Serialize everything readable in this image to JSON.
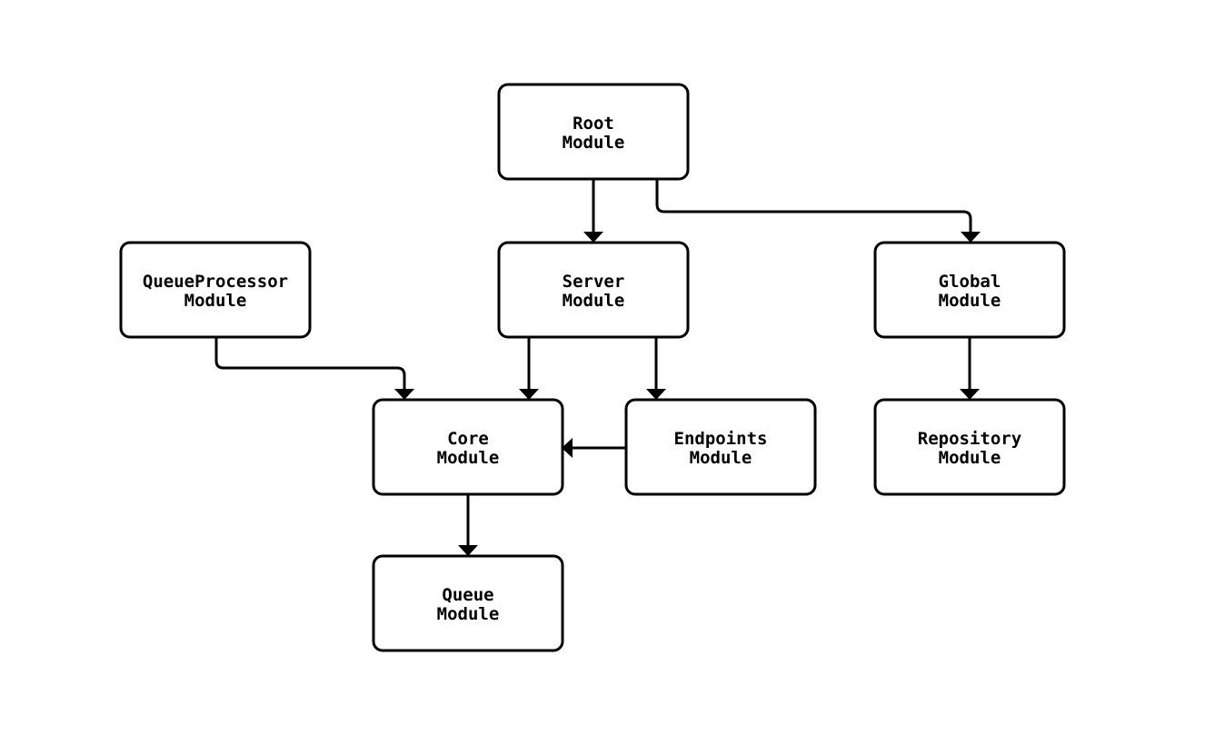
{
  "diagram": {
    "type": "flowchart",
    "colors": {
      "background": "#ffffff",
      "node_fill": "#ffffff",
      "node_border": "#000000",
      "edge_stroke": "#000000",
      "text": "#000000"
    },
    "nodes": {
      "root": {
        "label": "Root Module",
        "line1": "Root",
        "line2": "Module"
      },
      "server": {
        "label": "Server Module",
        "line1": "Server",
        "line2": "Module"
      },
      "global": {
        "label": "Global Module",
        "line1": "Global",
        "line2": "Module"
      },
      "queueprocessor": {
        "label": "QueueProcessor Module",
        "line1": "QueueProcessor",
        "line2": "Module"
      },
      "core": {
        "label": "Core Module",
        "line1": "Core",
        "line2": "Module"
      },
      "endpoints": {
        "label": "Endpoints Module",
        "line1": "Endpoints",
        "line2": "Module"
      },
      "repository": {
        "label": "Repository Module",
        "line1": "Repository",
        "line2": "Module"
      },
      "queue": {
        "label": "Queue Module",
        "line1": "Queue",
        "line2": "Module"
      }
    },
    "edges": [
      {
        "from": "Root Module",
        "to": "Server Module"
      },
      {
        "from": "Root Module",
        "to": "Global Module"
      },
      {
        "from": "Server Module",
        "to": "Core Module"
      },
      {
        "from": "Server Module",
        "to": "Endpoints Module"
      },
      {
        "from": "QueueProcessor Module",
        "to": "Core Module"
      },
      {
        "from": "Endpoints Module",
        "to": "Core Module"
      },
      {
        "from": "Global Module",
        "to": "Repository Module"
      },
      {
        "from": "Core Module",
        "to": "Queue Module"
      }
    ]
  }
}
